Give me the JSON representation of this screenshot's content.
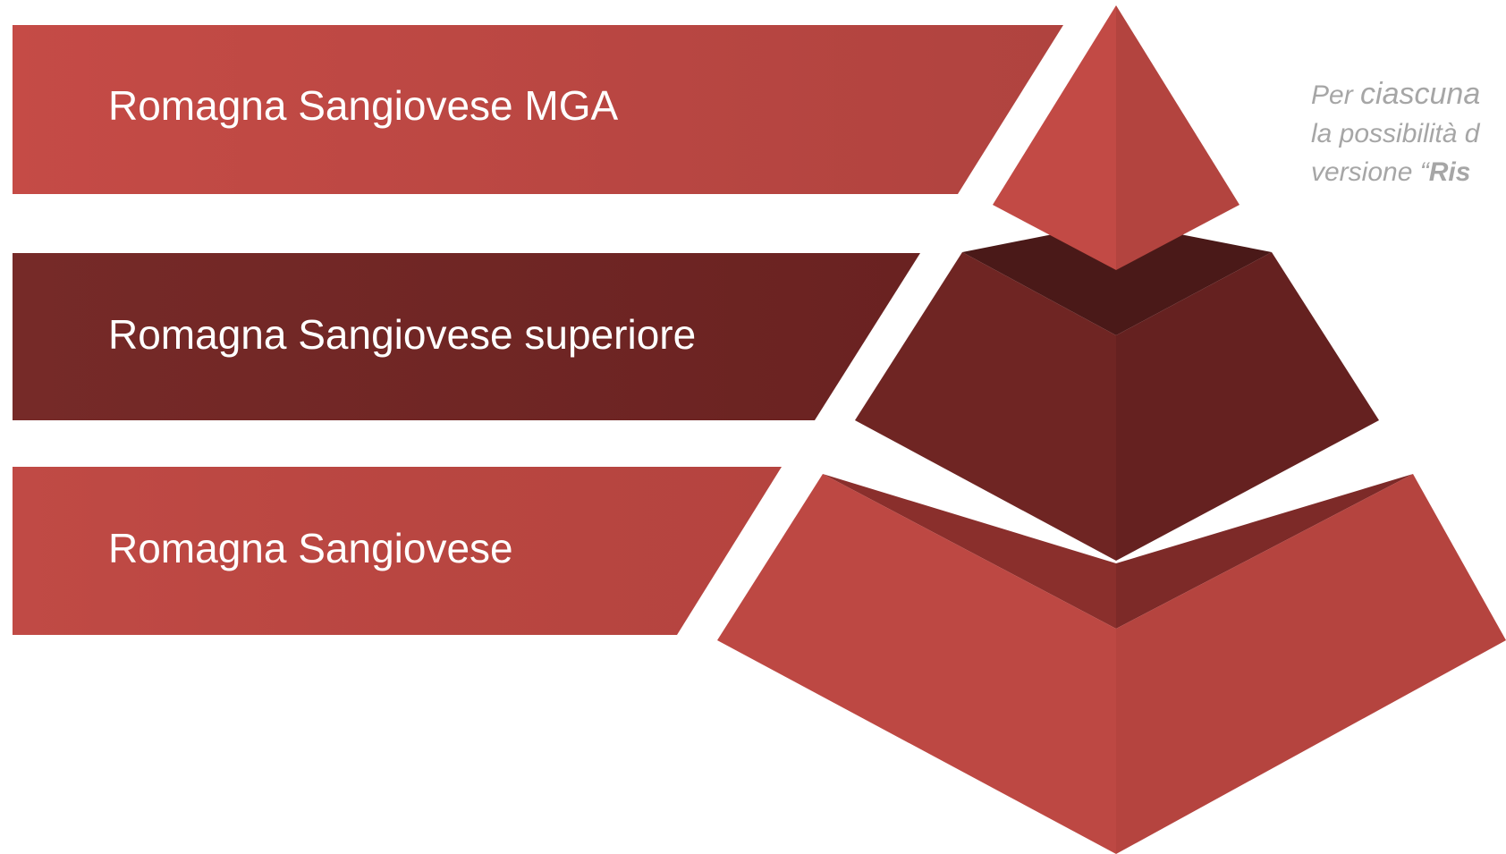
{
  "tiers": [
    {
      "label": "Romagna Sangiovese MGA"
    },
    {
      "label": "Romagna Sangiovese superiore"
    },
    {
      "label": "Romagna Sangiovese"
    }
  ],
  "note": {
    "line1_prefix": "Per ",
    "line1_big": "ciascuna",
    "line2": "la possibilità d",
    "line3_prefix": "versione “",
    "line3_bold": "Ris"
  },
  "colors": {
    "red": "#bb4742",
    "red_dark": "#8a2e2b",
    "maroon": "#6e2523",
    "maroon_dark": "#4a1918",
    "note_text": "#a6a6a6"
  }
}
